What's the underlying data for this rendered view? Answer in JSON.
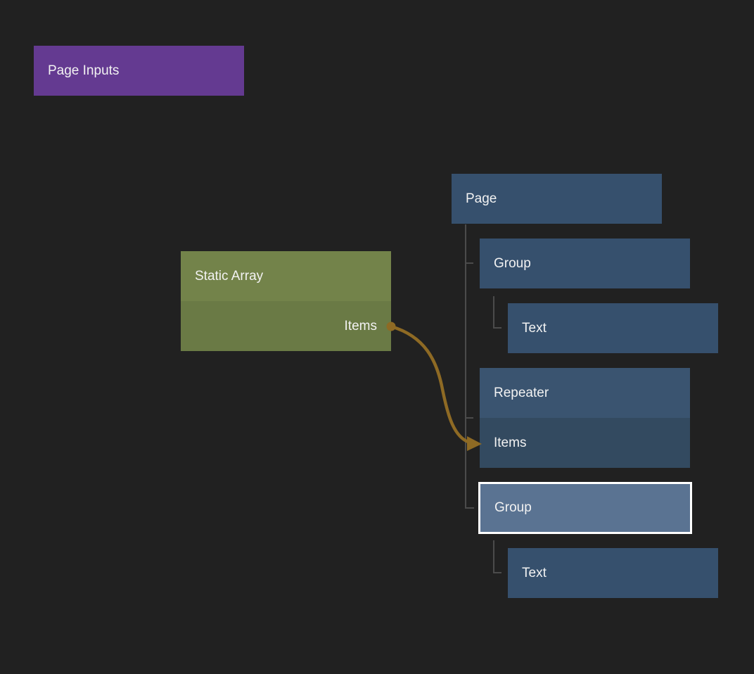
{
  "canvas": {
    "background_color": "#212121",
    "connector_line_color": "#4b4b4b"
  },
  "page_inputs_node": {
    "title": "Page Inputs",
    "color": "#643a91"
  },
  "static_array_node": {
    "title": "Static Array",
    "output_port": "Items",
    "header_color": "#73834a",
    "body_color": "#6a7a45"
  },
  "component_tree": {
    "node_color": "#36506d",
    "repeater_header_color": "#3a5470",
    "repeater_body_color": "#334a60",
    "selected_fill_color": "#5a7392",
    "selected_border_color": "#ffffff",
    "nodes": [
      {
        "label": "Page",
        "depth": 0
      },
      {
        "label": "Group",
        "depth": 1
      },
      {
        "label": "Text",
        "depth": 2
      },
      {
        "label": "Repeater",
        "depth": 1,
        "input_port": "Items"
      },
      {
        "label": "Group",
        "depth": 1,
        "selected": true
      },
      {
        "label": "Text",
        "depth": 2
      }
    ]
  },
  "connection": {
    "from_node": "Static Array",
    "from_port": "Items",
    "to_node": "Repeater",
    "to_port": "Items",
    "color": "#8e6a24"
  }
}
